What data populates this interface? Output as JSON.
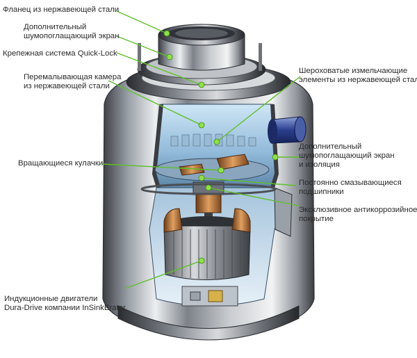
{
  "accent_color": "#5fbf2a",
  "labels": {
    "flange": [
      "Фланец из нержавеющей стали"
    ],
    "extra_shield_top": [
      "Дополнительный",
      "шумопоглащающий экран"
    ],
    "quick_lock": [
      "Крепежная система Quick-Lock"
    ],
    "grinding_chamber": [
      "Перемалывающая камера",
      "из нержавеющей стали"
    ],
    "rotating_cams": [
      "Вращающиеся кулачки"
    ],
    "induction_motors": [
      "Индукционные двигатели",
      "Dura-Drive компании InSinkErator"
    ],
    "rough_grinders": [
      "Шероховатые измельчающие",
      "элементы из нержавеющей стали"
    ],
    "extra_shield_insulation": [
      "Дополнительный",
      "шумопоглащающий экран",
      "и изоляция"
    ],
    "lubricated_bearings": [
      "Постоянно смазывающиеся",
      "подшипники"
    ],
    "anticorrosion": [
      "Эксклюзивное антикоррозийное",
      "покрытие"
    ]
  }
}
